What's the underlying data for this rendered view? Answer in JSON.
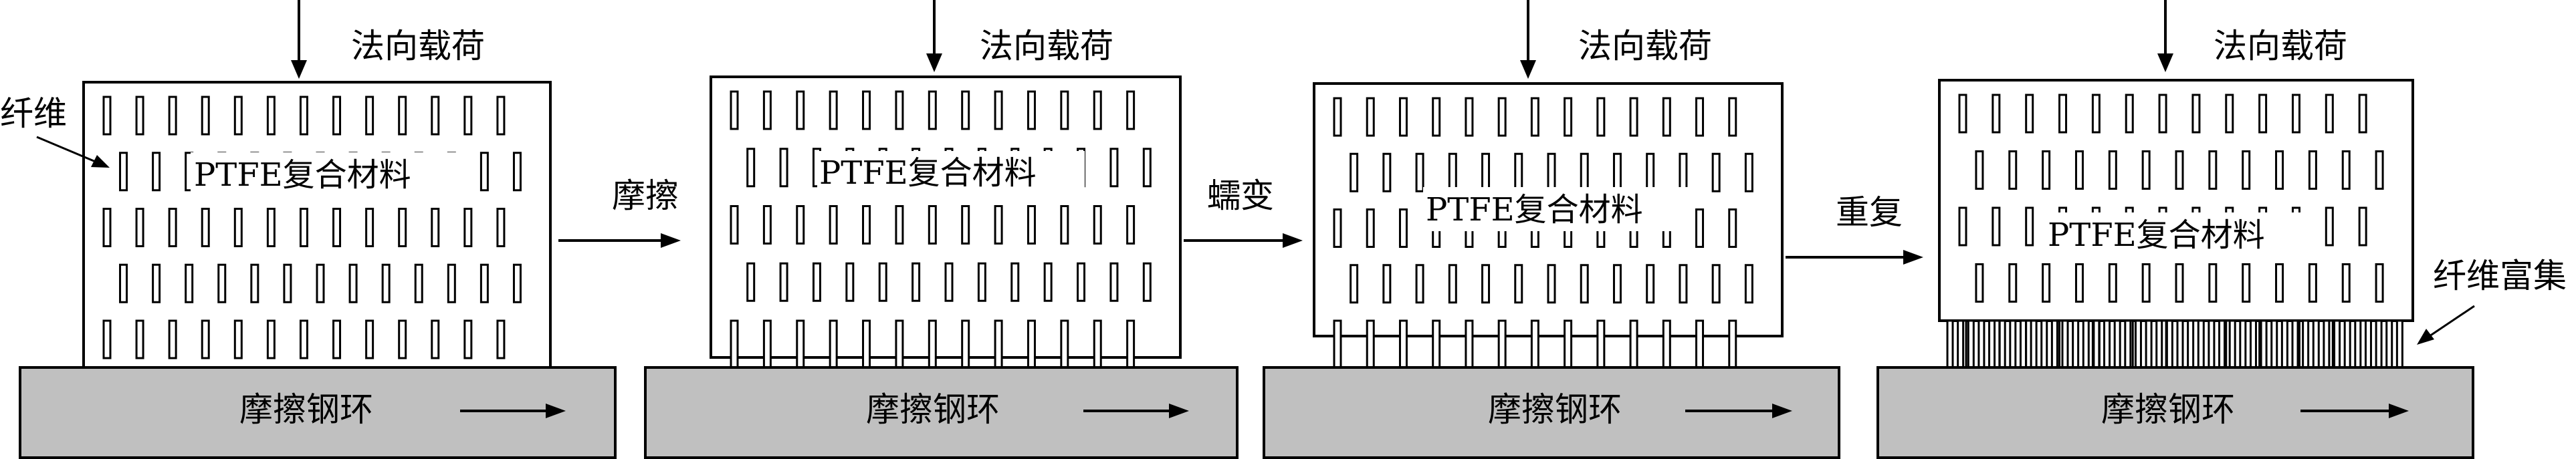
{
  "panels": [
    {
      "load_label": "法向载荷",
      "material_label": "PTFE复合材料",
      "ring_label": "摩擦钢环",
      "fiber_label": "纤维",
      "stage": "initial"
    },
    {
      "load_label": "法向载荷",
      "material_label": "PTFE复合材料",
      "ring_label": "摩擦钢环",
      "stage": "friction"
    },
    {
      "load_label": "法向载荷",
      "material_label": "PTFE复合材料",
      "ring_label": "摩擦钢环",
      "stage": "creep"
    },
    {
      "load_label": "法向载荷",
      "material_label": "PTFE复合材料",
      "ring_label": "摩擦钢环",
      "enrich_label": "纤维富集",
      "stage": "enriched"
    }
  ],
  "transitions": [
    {
      "label": "摩擦"
    },
    {
      "label": "蠕变"
    },
    {
      "label": "重复"
    }
  ],
  "colors": {
    "ring_fill": "#c0c0c0",
    "line": "#000000",
    "background": "#ffffff"
  }
}
